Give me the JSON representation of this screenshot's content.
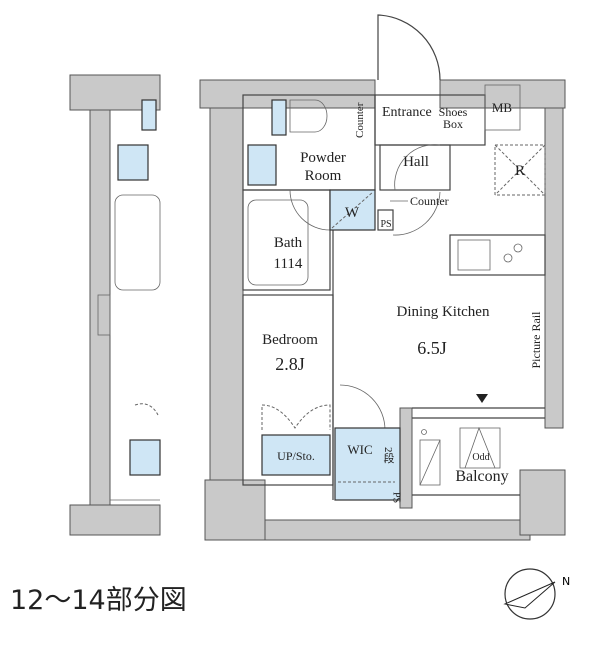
{
  "caption": "12〜14部分図",
  "rooms": {
    "entrance": "Entrance",
    "shoes_box_1": "Shoes",
    "shoes_box_2": "Box",
    "mb": "MB",
    "counter_vertical": "Counter",
    "powder_room_1": "Powder",
    "powder_room_2": "Room",
    "hall": "Hall",
    "r": "R",
    "w": "W",
    "ps_top": "PS",
    "counter": "Counter",
    "bath": "Bath",
    "bath_size": "1114",
    "dining_kitchen": "Dining Kitchen",
    "dining_kitchen_size": "6.5J",
    "picture_rail": "Picture Rail",
    "bedroom": "Bedroom",
    "bedroom_size": "2.8J",
    "up_sto": "UP/Sto.",
    "wic": "WIC",
    "step": "2段",
    "ps_bottom": "PS",
    "odd": "Odd",
    "balcony": "Balcony"
  },
  "compass": {
    "label": "N",
    "icon": "north-arrow-icon"
  },
  "colors": {
    "storage_fill": "#cfe6f5",
    "wall_fill": "#c9c9c9"
  }
}
